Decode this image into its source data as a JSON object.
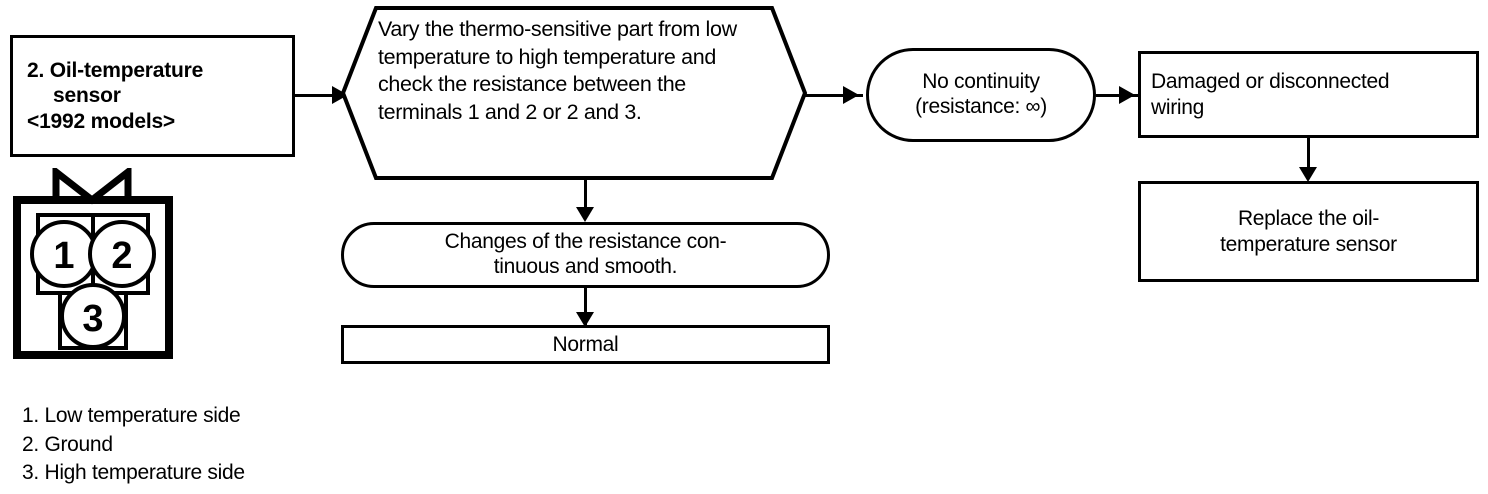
{
  "diagram": {
    "title_box": {
      "line1": "2. Oil-temperature",
      "line2": "sensor",
      "line3": "<1992 models>"
    },
    "instruction_hexagon": {
      "text": "Vary the thermo-sensitive part from low temperature to high temperature and check the resistance between the terminals 1 and 2 or 2 and 3."
    },
    "fault_result": {
      "line1": "No continuity",
      "line2": "(resistance: ∞)"
    },
    "fault_cause": {
      "line1": "Damaged or disconnected",
      "line2": "wiring"
    },
    "fault_action": {
      "line1": "Replace the oil-",
      "line2": "temperature sensor"
    },
    "ok_result": {
      "line1": "Changes of the resistance con-",
      "line2": "tinuous and smooth."
    },
    "ok_conclusion": {
      "label": "Normal"
    },
    "connector_pictogram": {
      "terminal_1": "1",
      "terminal_2": "2",
      "terminal_3": "3"
    },
    "legend": {
      "item_1": "1. Low temperature side",
      "item_2": "2. Ground",
      "item_3": "3. High temperature side"
    },
    "colors": {
      "ink": "#000000",
      "paper": "#ffffff"
    }
  }
}
